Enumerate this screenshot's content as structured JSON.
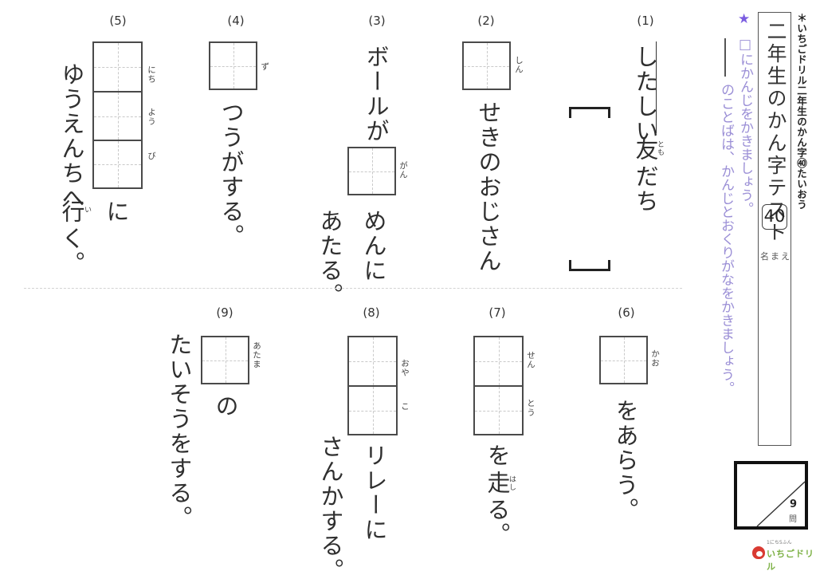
{
  "header": {
    "site_caption": "＊いちごドリル二年生のかん字㊵たいおう",
    "title": "二年生のかん字テスト",
    "test_number": "40",
    "name_label": "名まえ"
  },
  "instructions": {
    "star": "★",
    "line1": "□にかんじをかきましょう。",
    "line2": "――のことばは、かんじとおくりがなをかきましょう。",
    "line2_text": "のことばは、かんじとおくりがなをかきましょう。"
  },
  "score": {
    "count": "9",
    "unit": "問"
  },
  "logo": {
    "caption": "1にち5ふん",
    "brand": "いちごドリル",
    "accent": "#d93a32",
    "brand_color": "#7bb043"
  },
  "colors": {
    "instruction": "#9b8fd6",
    "star": "#7a5ce0",
    "text": "#2f2f2f",
    "box_border": "#4a4a4a"
  },
  "questions": [
    {
      "number": "(1)",
      "parts": [
        "したしい",
        "友",
        "だち"
      ],
      "ruby": "とも",
      "underlined": "したしい",
      "answer_bracket": true
    },
    {
      "number": "(2)",
      "boxes": 1,
      "box_ruby": [
        "しん"
      ],
      "text": "せきのおじさん"
    },
    {
      "number": "(3)",
      "before": "ボールが",
      "boxes": 1,
      "box_ruby": [
        "がん"
      ],
      "after_col1": "めんに",
      "after_col2": "あたる。"
    },
    {
      "number": "(4)",
      "boxes": 1,
      "box_ruby": [
        "ず"
      ],
      "text": "つうがする。"
    },
    {
      "number": "(5)",
      "boxes": 3,
      "box_ruby": [
        "にち",
        "よう",
        "び"
      ],
      "after": "に",
      "col2_a": "ゆうえんちへ",
      "col2_kanji": "行",
      "col2_ruby": "い",
      "col2_b": "く。"
    },
    {
      "number": "(6)",
      "boxes": 1,
      "box_ruby": [
        "かお"
      ],
      "text": "をあらう。"
    },
    {
      "number": "(7)",
      "boxes": 2,
      "box_ruby": [
        "せん",
        "とう"
      ],
      "text_a": "を",
      "kanji": "走",
      "ruby": "はし",
      "text_b": "る。"
    },
    {
      "number": "(8)",
      "boxes": 2,
      "box_ruby": [
        "おや",
        "こ"
      ],
      "text": "リレーに",
      "col2": "さんかする。"
    },
    {
      "number": "(9)",
      "boxes": 1,
      "box_ruby": [
        "あたま"
      ],
      "text": "の",
      "col2": "たいそうをする。"
    }
  ]
}
